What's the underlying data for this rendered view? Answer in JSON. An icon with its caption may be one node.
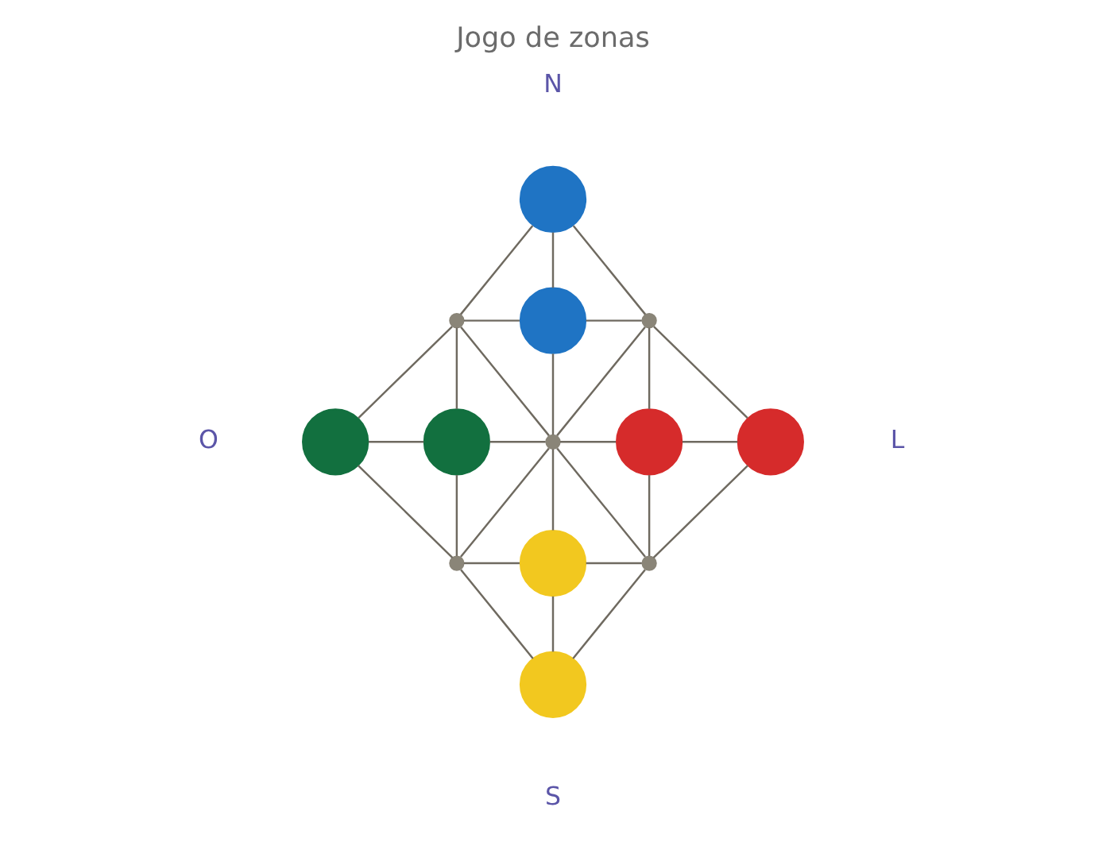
{
  "diagram": {
    "title": "Jogo de zonas",
    "nodes": [
      {
        "text": [],
        "shape": "circle",
        "beside": [
          "N"
        ]
      },
      {
        "text": [],
        "shape": "circle"
      },
      {
        "text": [],
        "shape": "circle"
      },
      {
        "text": [],
        "shape": "circle"
      },
      {
        "text": [],
        "shape": "circle",
        "beside": [
          "O"
        ]
      },
      {
        "text": [],
        "shape": "circle"
      },
      {
        "text": [],
        "shape": "circle"
      },
      {
        "text": [],
        "shape": "circle"
      },
      {
        "text": [],
        "shape": "circle",
        "beside": [
          "L"
        ]
      },
      {
        "text": [],
        "shape": "circle"
      },
      {
        "text": [],
        "shape": "circle"
      },
      {
        "text": [],
        "shape": "circle"
      },
      {
        "text": [],
        "shape": "circle",
        "beside": [
          "S"
        ]
      }
    ],
    "edges": [
      {
        "from": 0,
        "to": 1,
        "arrow": "none"
      },
      {
        "from": 0,
        "to": 2,
        "arrow": "none"
      },
      {
        "from": 0,
        "to": 3,
        "arrow": "none"
      },
      {
        "from": 1,
        "to": 2,
        "arrow": "none"
      },
      {
        "from": 2,
        "to": 3,
        "arrow": "none"
      },
      {
        "from": 1,
        "to": 4,
        "arrow": "none"
      },
      {
        "from": 1,
        "to": 5,
        "arrow": "none"
      },
      {
        "from": 1,
        "to": 6,
        "arrow": "none"
      },
      {
        "from": 2,
        "to": 6,
        "arrow": "none"
      },
      {
        "from": 3,
        "to": 6,
        "arrow": "none"
      },
      {
        "from": 3,
        "to": 7,
        "arrow": "none"
      },
      {
        "from": 3,
        "to": 8,
        "arrow": "none"
      },
      {
        "from": 4,
        "to": 5,
        "arrow": "none"
      },
      {
        "from": 5,
        "to": 6,
        "arrow": "none"
      },
      {
        "from": 6,
        "to": 7,
        "arrow": "none"
      },
      {
        "from": 7,
        "to": 8,
        "arrow": "none"
      },
      {
        "from": 5,
        "to": 9,
        "arrow": "none"
      },
      {
        "from": 4,
        "to": 9,
        "arrow": "none"
      },
      {
        "from": 6,
        "to": 9,
        "arrow": "none"
      },
      {
        "from": 6,
        "to": 10,
        "arrow": "none"
      },
      {
        "from": 6,
        "to": 11,
        "arrow": "none"
      },
      {
        "from": 7,
        "to": 11,
        "arrow": "none"
      },
      {
        "from": 8,
        "to": 11,
        "arrow": "none"
      },
      {
        "from": 9,
        "to": 10,
        "arrow": "none"
      },
      {
        "from": 10,
        "to": 11,
        "arrow": "none"
      },
      {
        "from": 9,
        "to": 12,
        "arrow": "none"
      },
      {
        "from": 10,
        "to": 12,
        "arrow": "none"
      },
      {
        "from": 11,
        "to": 12,
        "arrow": "none"
      }
    ]
  }
}
